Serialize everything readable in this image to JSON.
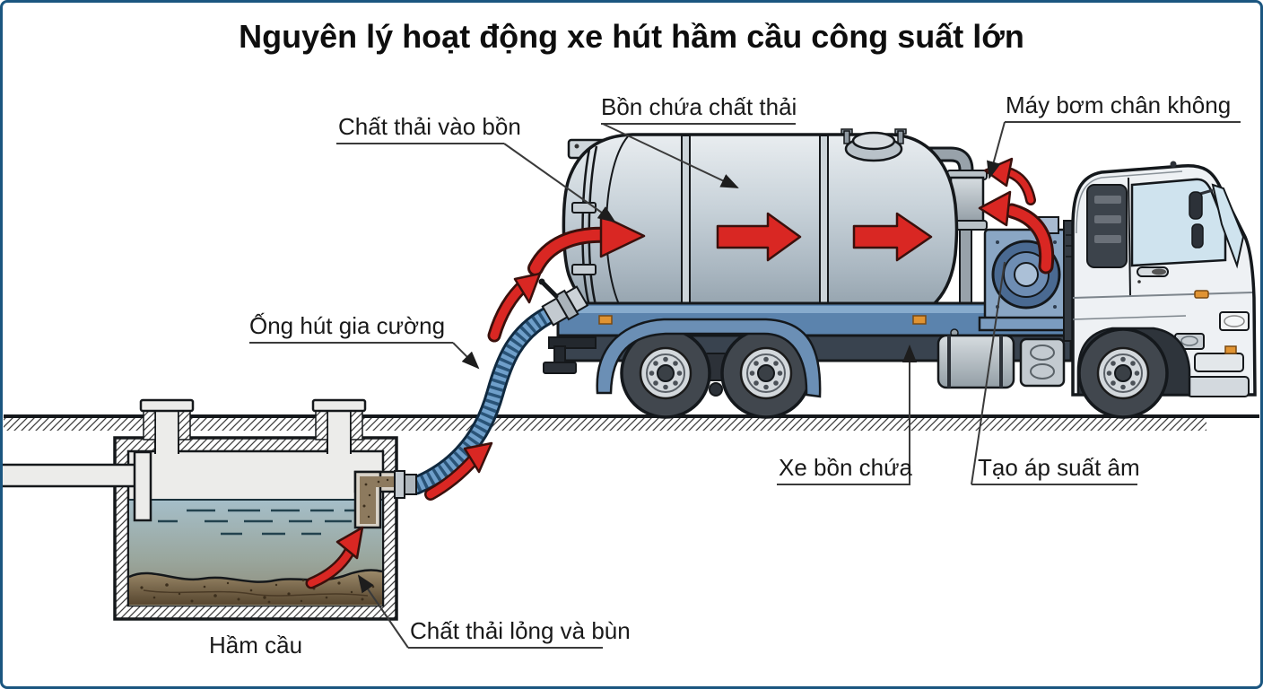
{
  "title": "Nguyên lý hoạt động xe hút hầm cầu công suất lớn",
  "labels": {
    "waste_into_tank": "Chất thải vào bồn",
    "tank": "Bồn chứa chất thải",
    "vacuum_pump": "Máy bơm chân không",
    "hose": "Ống hút gia cường",
    "tank_truck": "Xe bồn chứa",
    "negative_pressure": "Tạo áp suất âm",
    "septic_tank": "Hầm cầu",
    "sludge": "Chất thải lỏng và bùn"
  },
  "colors": {
    "border_blue": "#1b5680",
    "arrow_red": "#d92723",
    "hose_blue": "#6f9fca",
    "chassis_blue": "#5b83ad",
    "pump_blue": "#4a6a92",
    "tank_gray": "#c9d3da",
    "sludge_brown": "#7a664a",
    "water_gray_blue": "#a5bec9"
  }
}
